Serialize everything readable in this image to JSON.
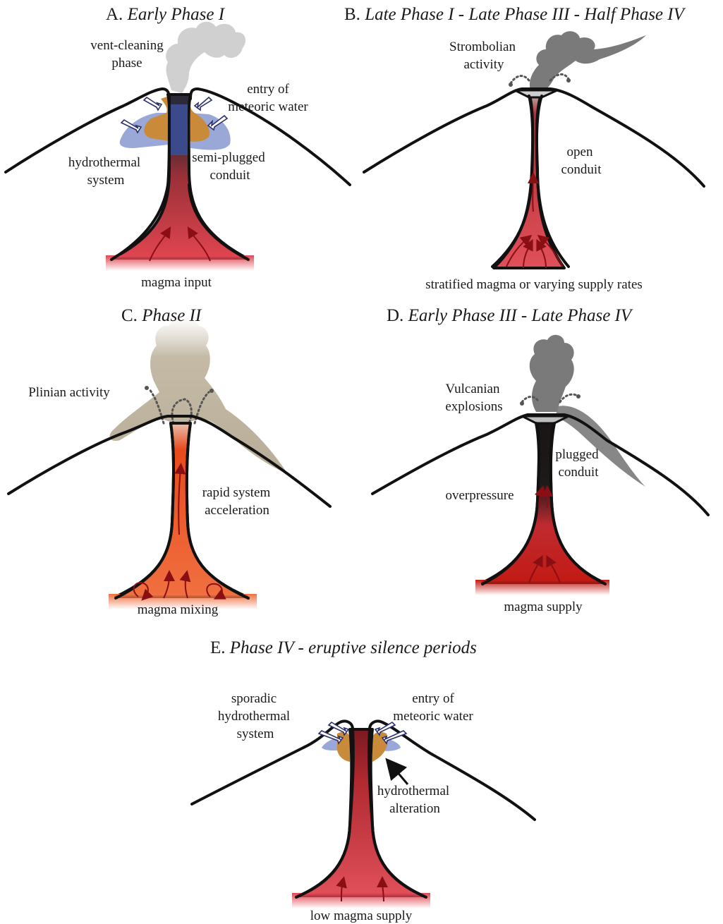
{
  "panels": {
    "a": {
      "letter": "A.",
      "title": "Early Phase I",
      "labels": {
        "vent_cleaning_1": "vent-cleaning",
        "vent_cleaning_2": "phase",
        "meteoric_1": "entry of",
        "meteoric_2": "meteoric water",
        "hydro_1": "hydrothermal",
        "hydro_2": "system",
        "plug_1": "semi-plugged",
        "plug_2": "conduit",
        "input": "magma input"
      }
    },
    "b": {
      "letter": "B.",
      "title": "Late Phase I - Late Phase III - Half Phase IV",
      "labels": {
        "strombolian_1": "Strombolian",
        "strombolian_2": "activity",
        "open_1": "open",
        "open_2": "conduit",
        "supply": "stratified magma or varying supply rates"
      }
    },
    "c": {
      "letter": "C.",
      "title": "Phase II",
      "labels": {
        "plinian": "Plinian activity",
        "rapid_1": "rapid system",
        "rapid_2": "acceleration",
        "mixing": "magma mixing"
      }
    },
    "d": {
      "letter": "D.",
      "title": "Early Phase III - Late Phase IV",
      "labels": {
        "vulcanian_1": "Vulcanian",
        "vulcanian_2": "explosions",
        "plugged_1": "plugged",
        "plugged_2": "conduit",
        "overpressure": "overpressure",
        "supply": "magma supply"
      }
    },
    "e": {
      "letter": "E.",
      "title": "Phase IV - eruptive silence periods",
      "labels": {
        "sporadic_1": "sporadic",
        "sporadic_2": "hydrothermal",
        "sporadic_3": "system",
        "meteoric_1": "entry of",
        "meteoric_2": "meteoric water",
        "alteration_1": "hydrothermal",
        "alteration_2": "alteration",
        "supply": "low magma supply"
      }
    }
  },
  "colors": {
    "magma_red": "#d8323c",
    "magma_dark": "#2a1a1a",
    "magma_orange": "#e84a1c",
    "hydrothermal_orange": "#c98a3a",
    "water_blue": "#9aa8d8",
    "plume_light": "#cfcfcf",
    "plume_dark": "#7a7a7a",
    "plinian_tan": "#b8ad98"
  }
}
